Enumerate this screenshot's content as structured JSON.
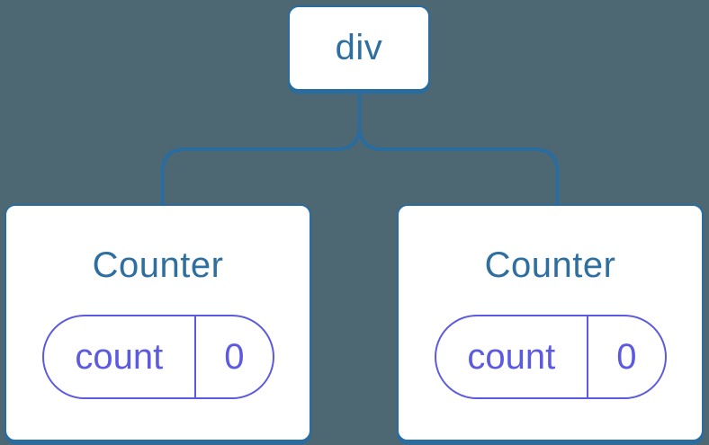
{
  "diagram": {
    "background": "#4d6773",
    "colors": {
      "node_border": "#2b6c9e",
      "node_text": "#2f6f9f",
      "state_accent": "#5c5ae0",
      "node_bg": "#ffffff"
    },
    "root": {
      "label": "div"
    },
    "children": [
      {
        "title": "Counter",
        "state": {
          "key": "count",
          "value": "0"
        }
      },
      {
        "title": "Counter",
        "state": {
          "key": "count",
          "value": "0"
        }
      }
    ]
  }
}
